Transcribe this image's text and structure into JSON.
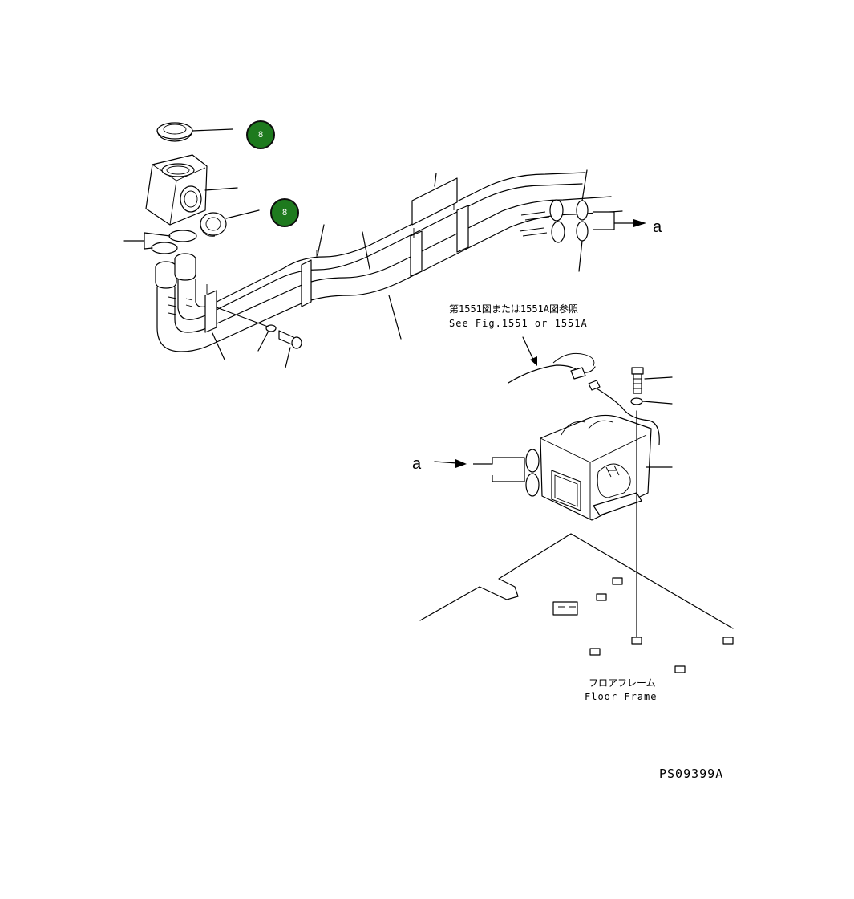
{
  "callout_badges": [
    {
      "label": "8",
      "color": "#1e7a1e"
    },
    {
      "label": "8",
      "color": "#1e7a1e"
    }
  ],
  "labels": {
    "ref_a_top": "a",
    "ref_a_left": "a",
    "see_fig_jp": "第1551図または1551A図参照",
    "see_fig_en": "See Fig.1551 or 1551A",
    "floor_frame_jp": "フロアフレーム",
    "floor_frame_en": "Floor Frame",
    "drawing_number": "PS09399A"
  }
}
